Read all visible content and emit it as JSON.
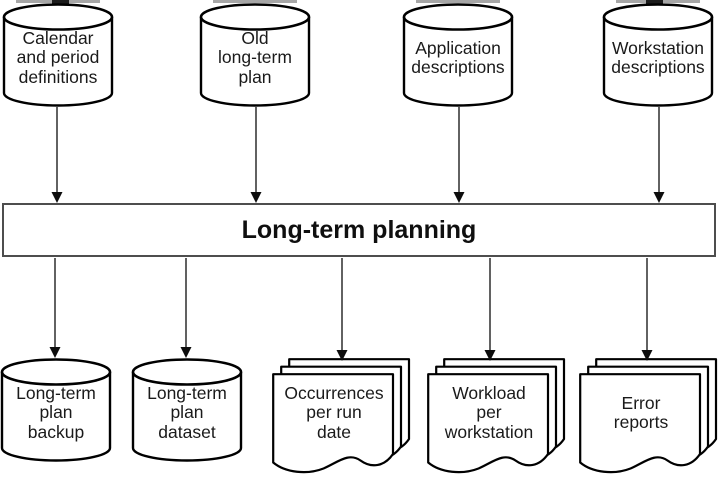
{
  "diagram": {
    "process": {
      "label": "Long-term planning"
    },
    "inputs": [
      {
        "shape": "database",
        "lines": [
          "Calendar",
          "and period",
          "definitions"
        ]
      },
      {
        "shape": "database",
        "lines": [
          "Old",
          "long-term",
          "plan"
        ]
      },
      {
        "shape": "database",
        "lines": [
          "Application",
          "descriptions"
        ]
      },
      {
        "shape": "database",
        "lines": [
          "Workstation",
          "descriptions"
        ]
      }
    ],
    "outputs": [
      {
        "shape": "database",
        "lines": [
          "Long-term",
          "plan",
          "backup"
        ]
      },
      {
        "shape": "database",
        "lines": [
          "Long-term",
          "plan",
          "dataset"
        ]
      },
      {
        "shape": "report",
        "lines": [
          "Occurrences",
          "per run",
          "date"
        ]
      },
      {
        "shape": "report",
        "lines": [
          "Workload",
          "per",
          "workstation"
        ]
      },
      {
        "shape": "report",
        "lines": [
          "Error",
          "reports"
        ]
      }
    ],
    "colors": {
      "background": "#ffffff",
      "shape_stroke": "#000000",
      "process_border": "#4d4d4d",
      "arrow": "#3a3a3a",
      "text": "#1a1a1a"
    }
  }
}
